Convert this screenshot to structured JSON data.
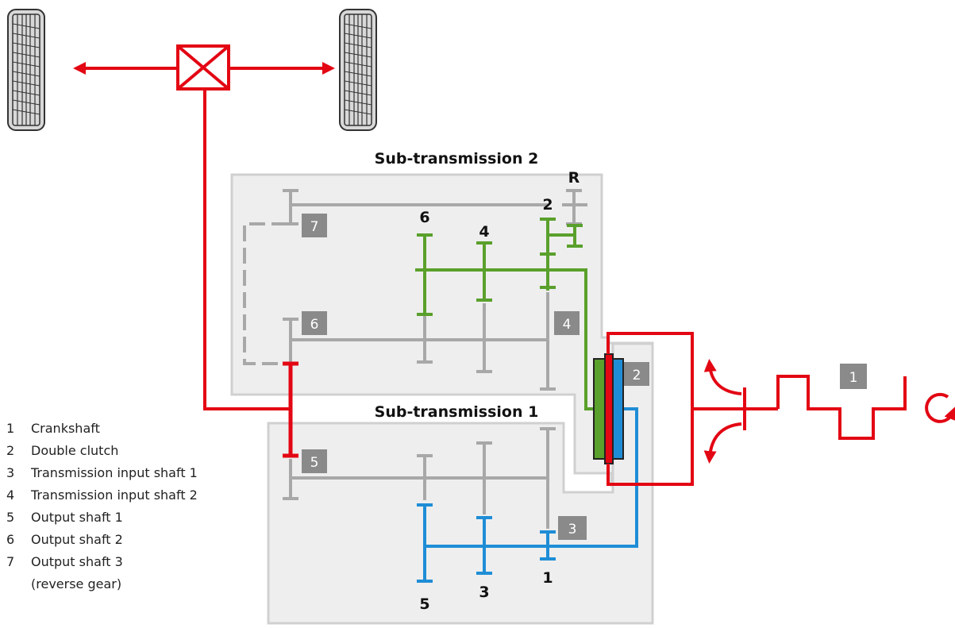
{
  "titles": {
    "sub_transmission_2": "Sub-transmission 2",
    "sub_transmission_1": "Sub-transmission 1"
  },
  "gear_labels": {
    "reverse": "R",
    "gear_2": "2",
    "gear_6": "6",
    "gear_4": "4",
    "gear_5": "5",
    "gear_3": "3",
    "gear_1": "1"
  },
  "badges": {
    "b1": "1",
    "b2": "2",
    "b3": "3",
    "b4": "4",
    "b5": "5",
    "b6": "6",
    "b7": "7"
  },
  "legend": [
    {
      "num": "1",
      "label": "Crankshaft"
    },
    {
      "num": "2",
      "label": "Double clutch"
    },
    {
      "num": "3",
      "label": "Transmission input shaft 1"
    },
    {
      "num": "4",
      "label": "Transmission input shaft 2"
    },
    {
      "num": "5",
      "label": "Output shaft 1"
    },
    {
      "num": "6",
      "label": "Output shaft 2"
    },
    {
      "num": "7",
      "label": "Output shaft 3"
    },
    {
      "num": "",
      "label": "(reverse gear)"
    }
  ],
  "colors": {
    "red": "#e30613",
    "green": "#5aa02c",
    "blue": "#1f8dd6",
    "gray": "#a8a8a8",
    "box_fill": "#eeeeee",
    "box_stroke": "#cccccc",
    "badge": "#8a8a8a"
  }
}
